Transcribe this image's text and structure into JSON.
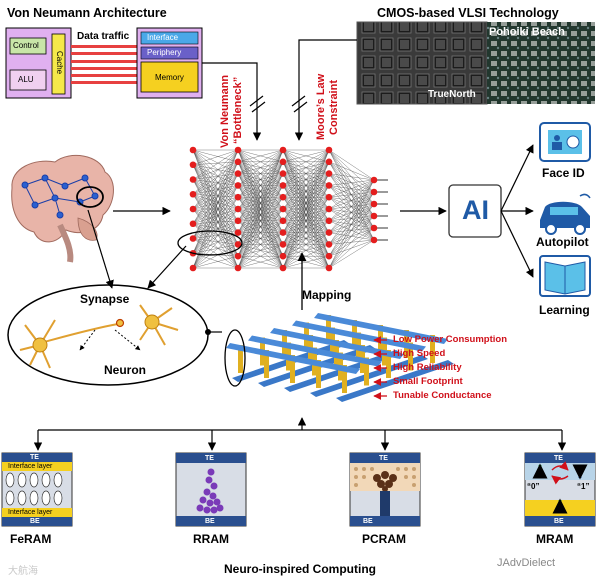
{
  "von_neumann": {
    "title": "Von Neumann Architecture",
    "control": "Control",
    "alu": "ALU",
    "cache": "Cache",
    "data_traffic": "Data traffic",
    "interface": "Interface",
    "periphery": "Periphery",
    "memory": "Memory"
  },
  "cmos": {
    "title": "CMOS-based VLSI Technology",
    "truenorth": "TrueNorth",
    "pohoiki": "Pohoiki Beach"
  },
  "constraints": {
    "bottleneck_1": "Von Neumann",
    "bottleneck_2": "“Bottleneck”",
    "moore_1": "Moore’s Law",
    "moore_2": "Constraint"
  },
  "ai": {
    "label": "AI",
    "apps": [
      "Face ID",
      "Autopilot",
      "Learning"
    ]
  },
  "bio": {
    "synapse": "Synapse",
    "neuron": "Neuron"
  },
  "mapping": "Mapping",
  "features": [
    "Low Power Consumption",
    "High Speed",
    "High Reliability",
    "Small Footprint",
    "Tunable Conductance"
  ],
  "devices": [
    {
      "name": "FeRAM",
      "top": "TE",
      "bottom": "BE",
      "interface_top": "Interface layer",
      "interface_bottom": "Interface layer"
    },
    {
      "name": "RRAM",
      "top": "TE",
      "bottom": "BE"
    },
    {
      "name": "PCRAM",
      "top": "TE",
      "bottom": "BE"
    },
    {
      "name": "MRAM",
      "top": "TE",
      "bottom": "BE",
      "state_0": "“0”",
      "state_1": "“1”"
    }
  ],
  "footer": "Neuro-inspired Computing",
  "watermark_left": "大航海",
  "watermark_right": "JAdvDielect",
  "colors": {
    "red": "#d0101a",
    "blue": "#1f5aa6",
    "gold": "#e8c230",
    "cyan": "#5bc0e8",
    "violet": "#e0b0f0"
  }
}
